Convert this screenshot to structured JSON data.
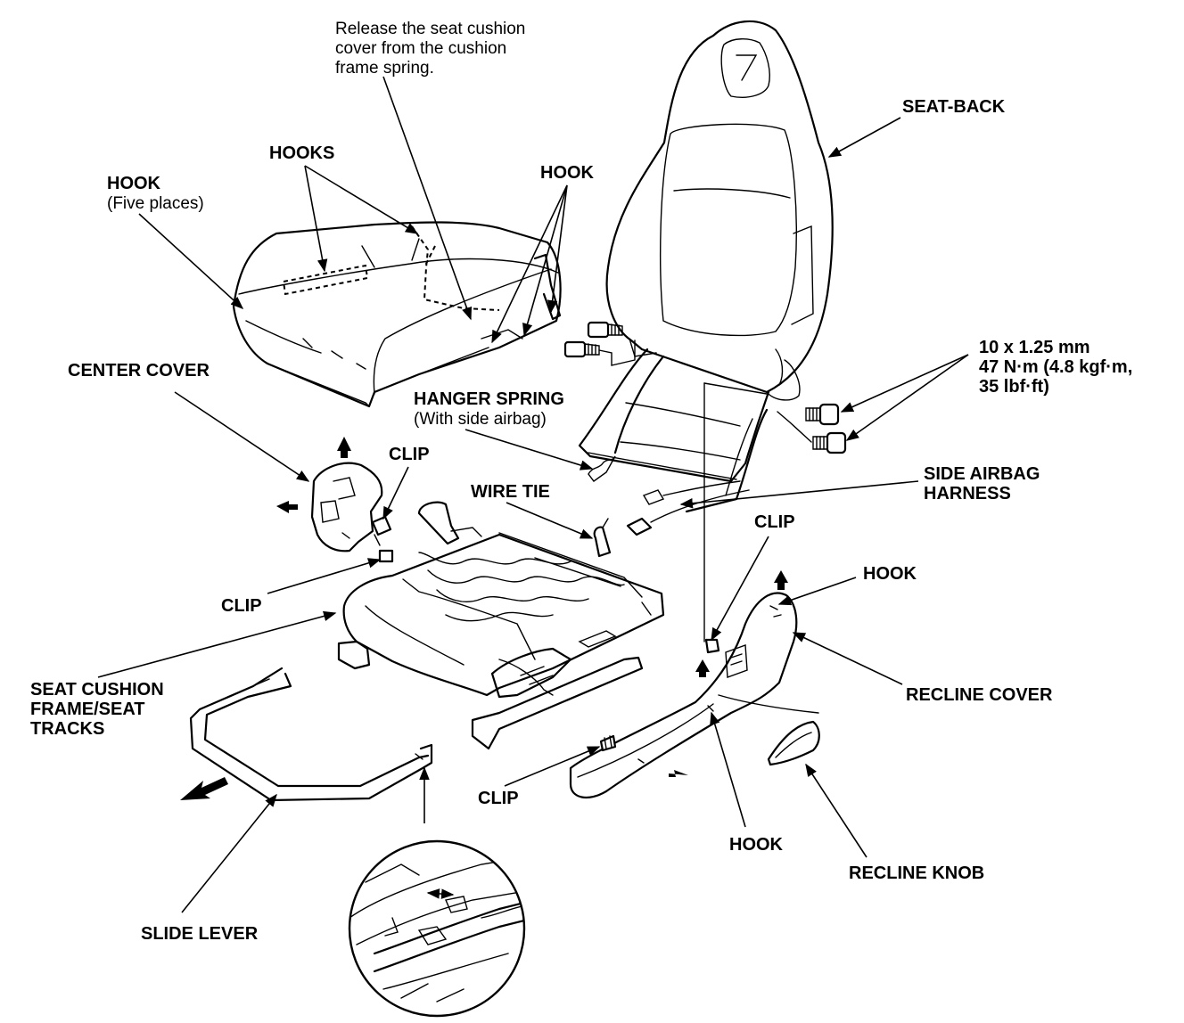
{
  "labels": {
    "release_note": [
      "Release the seat cushion",
      "cover from the cushion",
      "frame spring."
    ],
    "seat_back": "SEAT-BACK",
    "hooks": "HOOKS",
    "hook_five": "HOOK",
    "five_places": "(Five places)",
    "hook_top": "HOOK",
    "torque": [
      "10 x 1.25 mm",
      "47 N·m (4.8 kgf·m,",
      "35 lbf·ft)"
    ],
    "center_cover": "CENTER COVER",
    "hanger_spring": "HANGER SPRING",
    "with_side_airbag": "(With side airbag)",
    "clip_upper": "CLIP",
    "wire_tie": "WIRE TIE",
    "side_airbag_harness": [
      "SIDE AIRBAG",
      "HARNESS"
    ],
    "clip_right": "CLIP",
    "hook_recline": "HOOK",
    "clip_left": "CLIP",
    "recline_cover": "RECLINE COVER",
    "seat_cushion_frame": [
      "SEAT CUSHION",
      "FRAME/SEAT",
      "TRACKS"
    ],
    "clip_bottom": "CLIP",
    "hook_bottom": "HOOK",
    "recline_knob": "RECLINE KNOB",
    "slide_lever": "SLIDE LEVER"
  },
  "icons": [
    "arrow-icon",
    "bolt-icon",
    "clip-icon",
    "magnifier-detail-icon"
  ],
  "colors": {
    "ink": "#000000",
    "paper": "#ffffff"
  }
}
